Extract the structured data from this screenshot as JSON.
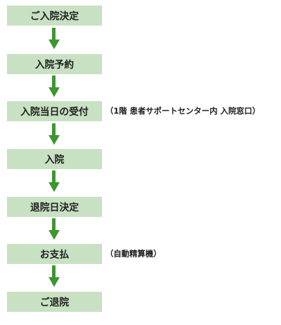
{
  "flow": {
    "accent_color": "#3e9532",
    "box_color": "#c8e1c3",
    "steps": [
      {
        "label": "ご入院決定",
        "note": ""
      },
      {
        "label": "入院予約",
        "note": ""
      },
      {
        "label": "入院当日の受付",
        "note": "（1階 患者サポートセンター内 入院窓口）"
      },
      {
        "label": "入院",
        "note": ""
      },
      {
        "label": "退院日決定",
        "note": ""
      },
      {
        "label": "お支払",
        "note": "（自動精算機）"
      },
      {
        "label": "ご退院",
        "note": ""
      }
    ],
    "arrow_icon": "arrow-down-icon"
  }
}
